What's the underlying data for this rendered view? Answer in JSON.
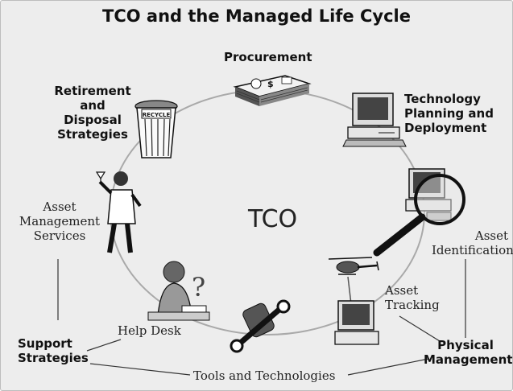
{
  "title": "TCO and the Managed Life Cycle",
  "center": "TCO",
  "stages": {
    "procurement": "Procurement",
    "technology_planning": [
      "Technology",
      "Planning and",
      "Deployment"
    ],
    "asset_identification": [
      "Asset",
      "Identification"
    ],
    "asset_tracking": [
      "Asset",
      "Tracking"
    ],
    "help_desk": "Help Desk",
    "asset_management_services": [
      "Asset",
      "Management",
      "Services"
    ],
    "retirement": [
      "Retirement and",
      "Disposal",
      "Strategies"
    ]
  },
  "groups": {
    "support_strategies": [
      "Support",
      "Strategies"
    ],
    "physical_management": [
      "Physical",
      "Management"
    ],
    "tools_and_technologies": "Tools and Technologies"
  },
  "recycle_text": "RECYCLE"
}
